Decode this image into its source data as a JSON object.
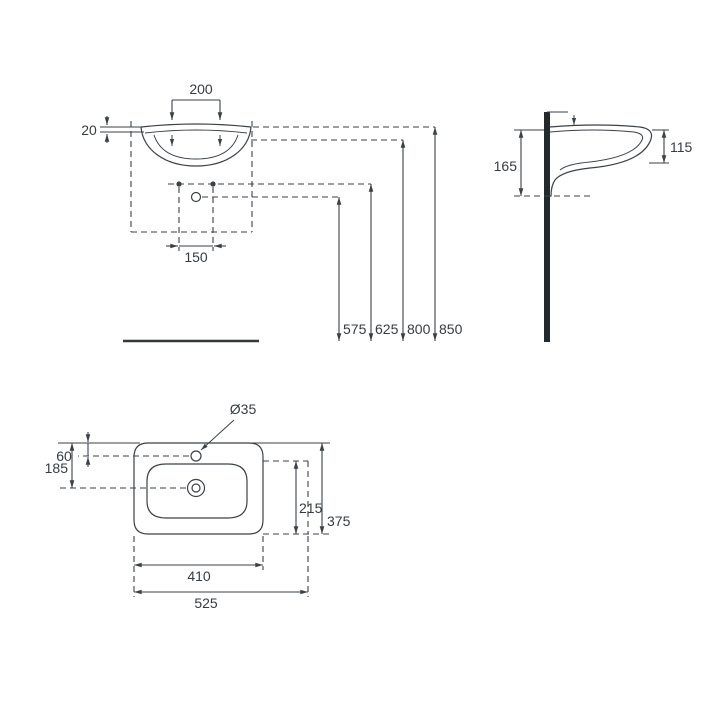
{
  "page": {
    "background": "#ffffff",
    "line_color": "#3b4147",
    "wall_color": "#24292e"
  },
  "front_view": {
    "tap_spacing": "200",
    "rim_thickness": "20",
    "fixing_hole_spacing": "150",
    "heights": [
      "575",
      "625",
      "800",
      "850"
    ]
  },
  "side_view": {
    "rim_to_front_depth": "115",
    "wall_fixing_height": "165"
  },
  "top_view": {
    "tap_hole_diameter": "Ø35",
    "tap_hole_offset": "60",
    "drain_offset": "185",
    "shelf_depth": "215",
    "overall_depth": "375",
    "ceramic_width": "410",
    "overall_width": "525"
  }
}
